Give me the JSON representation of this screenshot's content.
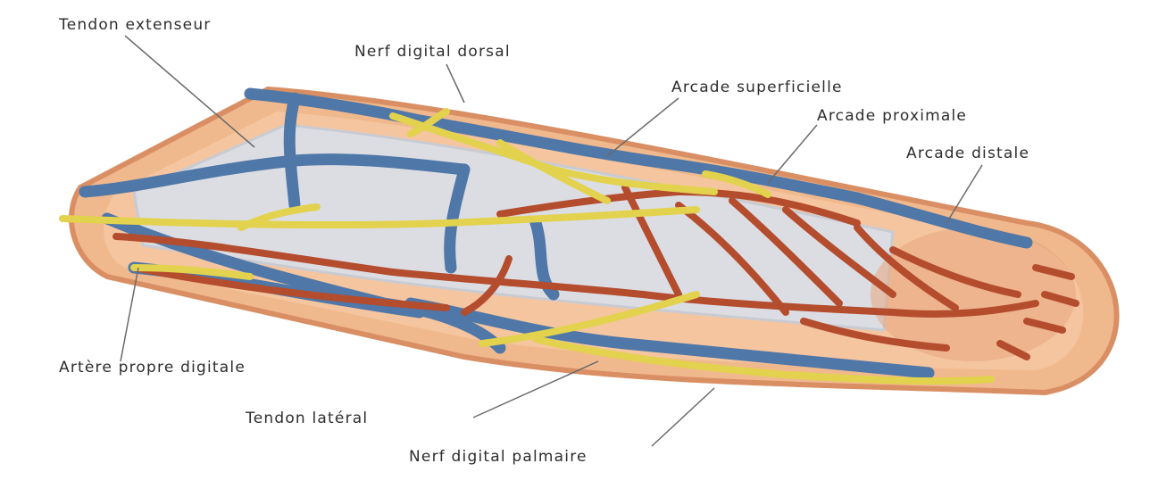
{
  "labels": {
    "tendon_extenseur": "Tendon extenseur",
    "nerf_digital_dorsal": "Nerf digital dorsal",
    "arcade_superficielle": "Arcade superficielle",
    "arcade_proximale": "Arcade proximale",
    "arcade_distale": "Arcade distale",
    "artere_propre_digitale": "Artère propre digitale",
    "tendon_lateral": "Tendon latéral",
    "nerf_digital_palmaire": "Nerf digital palmaire"
  },
  "colors": {
    "skin": "#f0b98d",
    "skin_edge": "#d98f63",
    "bone": "#dcdde2",
    "vein": "#4f77a8",
    "artery": "#b44c2e",
    "nerve": "#e2d24e",
    "leader": "#6a6a6a"
  }
}
